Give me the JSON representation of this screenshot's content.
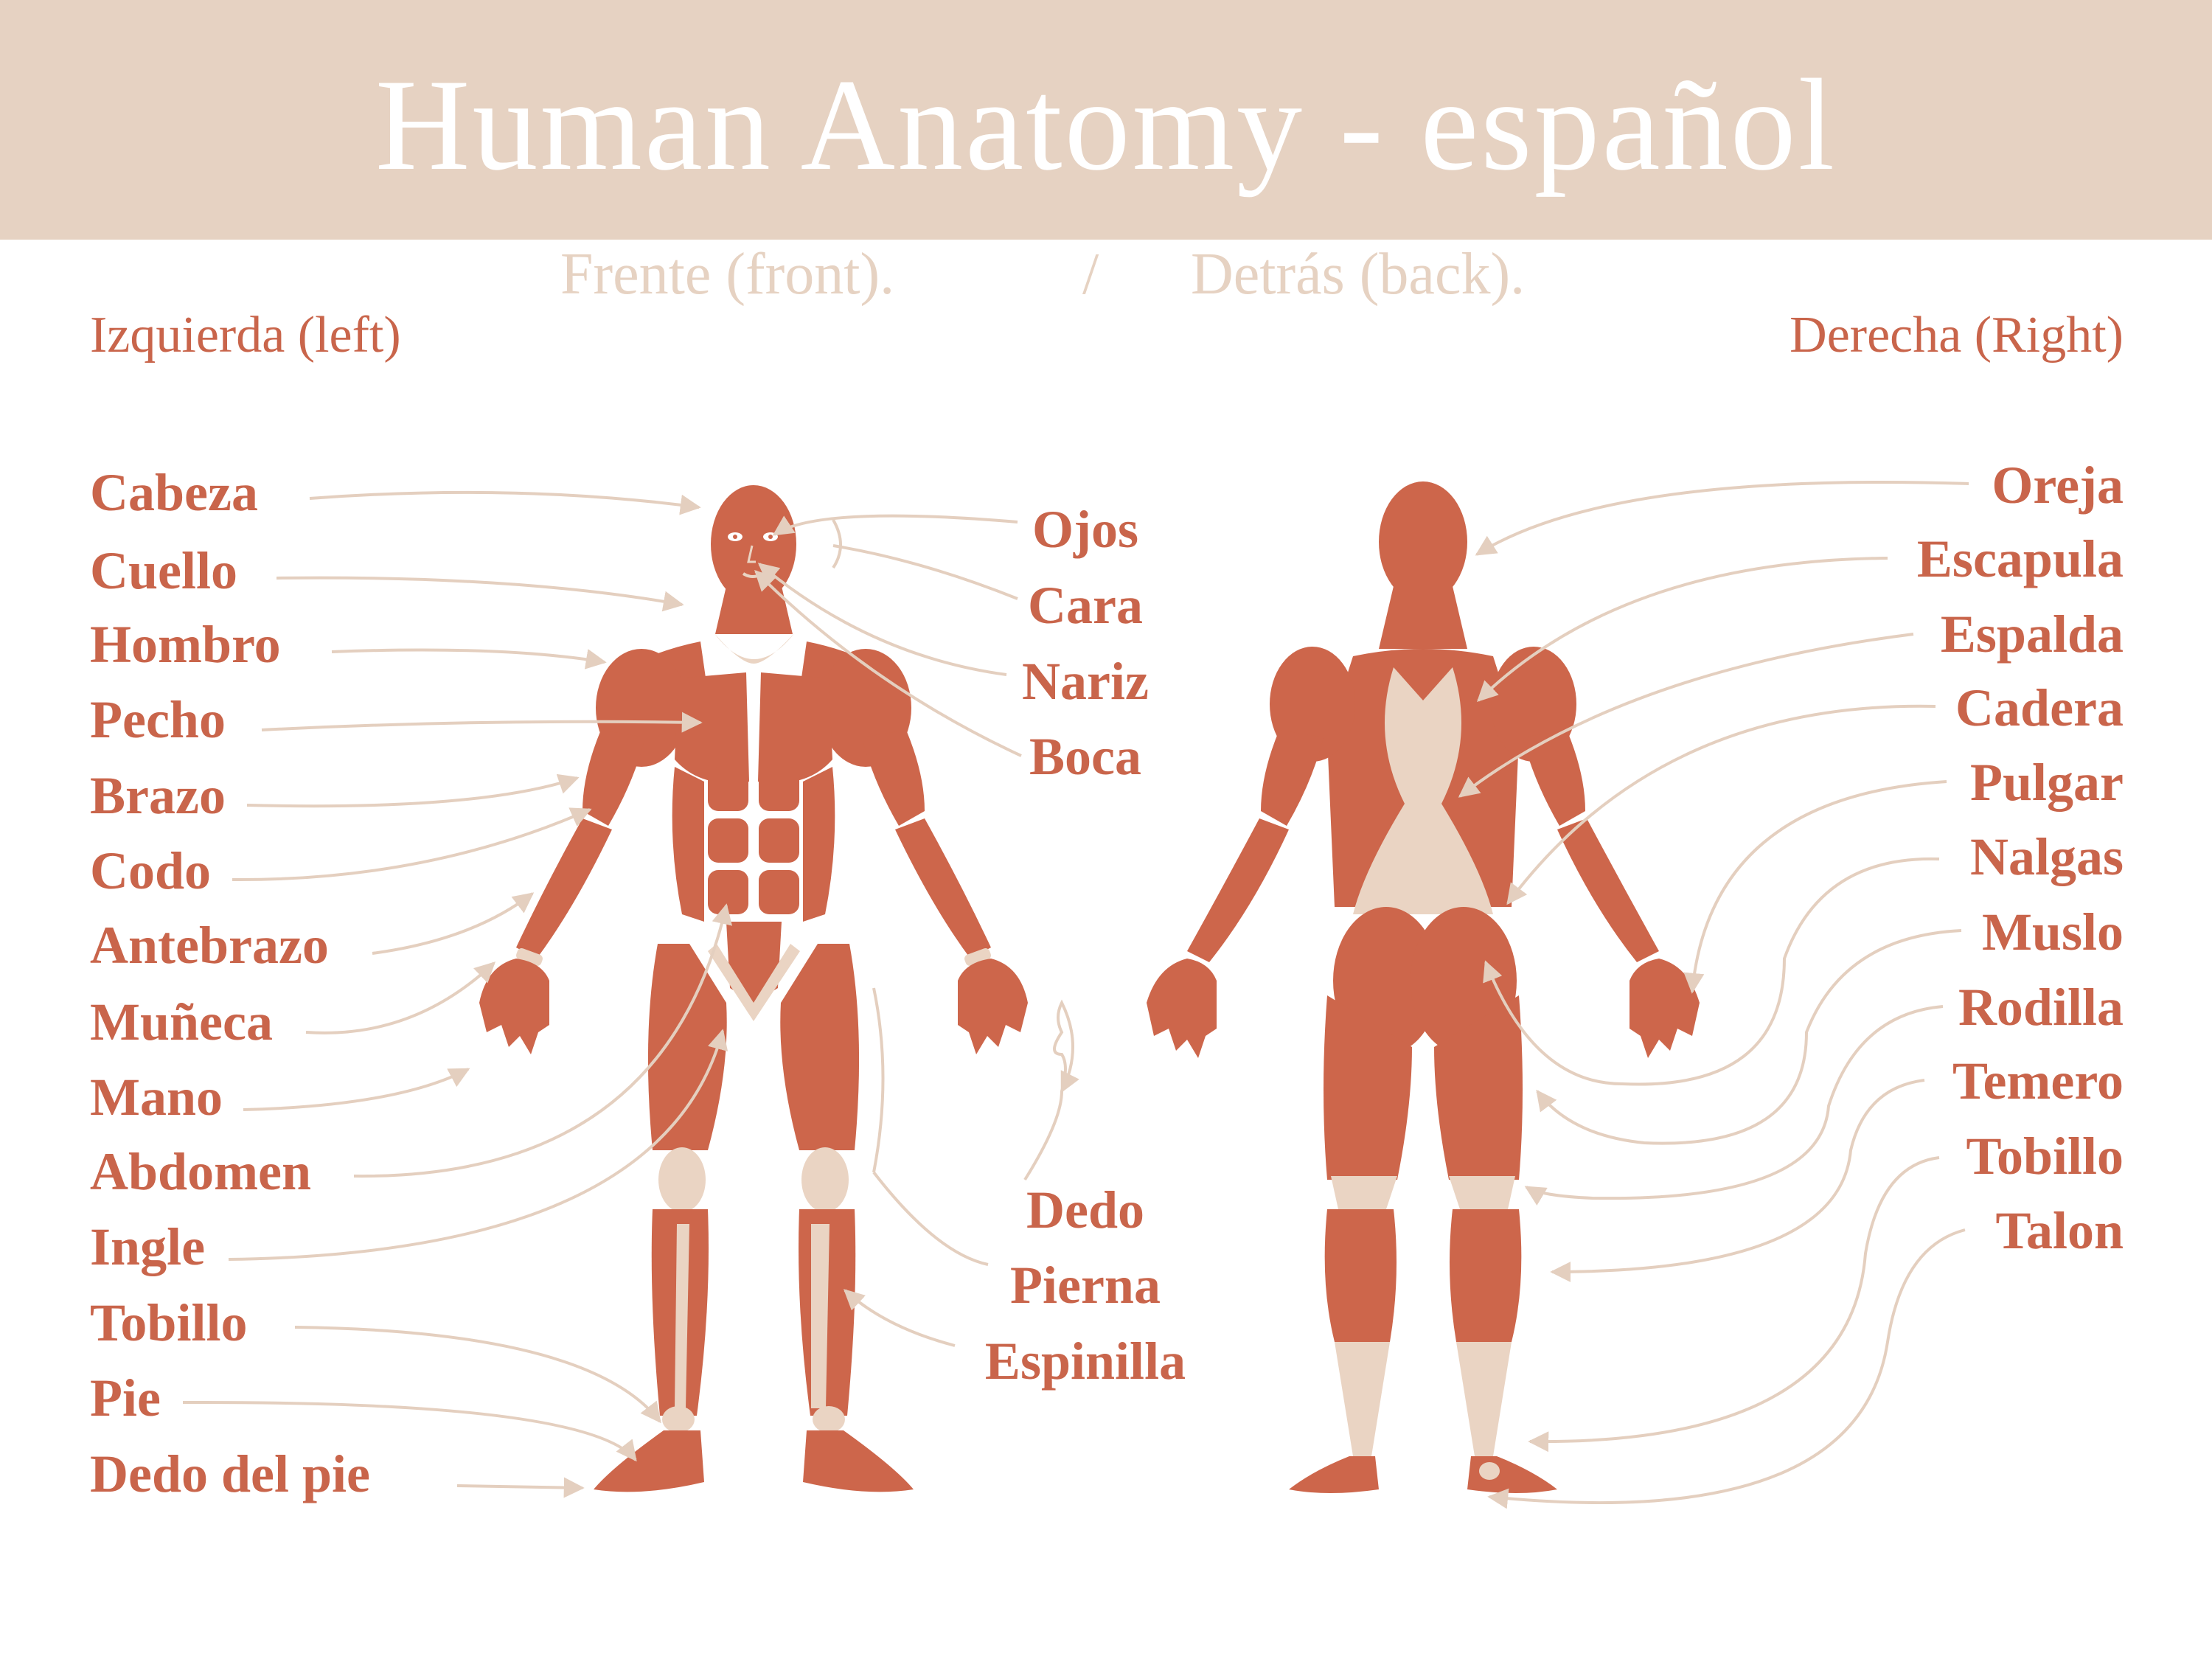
{
  "title": "Human Anatomy - español",
  "subtitle": {
    "front": "Frente (front).",
    "separator": "/",
    "back": "Detrás (back)."
  },
  "side_labels": {
    "left": "Izquierda (left)",
    "right": "Derecha (Right)"
  },
  "colors": {
    "banner": "#e6d2c2",
    "muscle": "#cd664b",
    "bone": "#ead4c3",
    "text": "#c9654b",
    "arrow": "#e4cfbf"
  },
  "left_labels": [
    "Cabeza",
    "Cuello",
    "Hombro",
    "Pecho",
    "Brazo",
    "Codo",
    "Antebrazo",
    "Muñeca",
    "Mano",
    "Abdomen",
    "Ingle",
    "Tobillo",
    "Pie",
    "Dedo del pie"
  ],
  "center_top_labels": [
    "Ojos",
    "Cara",
    "Nariz",
    "Boca"
  ],
  "center_bottom_labels": [
    "Dedo",
    "Pierna",
    "Espinilla"
  ],
  "right_labels": [
    "Oreja",
    "Escapula",
    "Espalda",
    "Cadera",
    "Pulgar",
    "Nalgas",
    "Muslo",
    "Rodilla",
    "Temero",
    "Tobillo",
    "Talon"
  ]
}
